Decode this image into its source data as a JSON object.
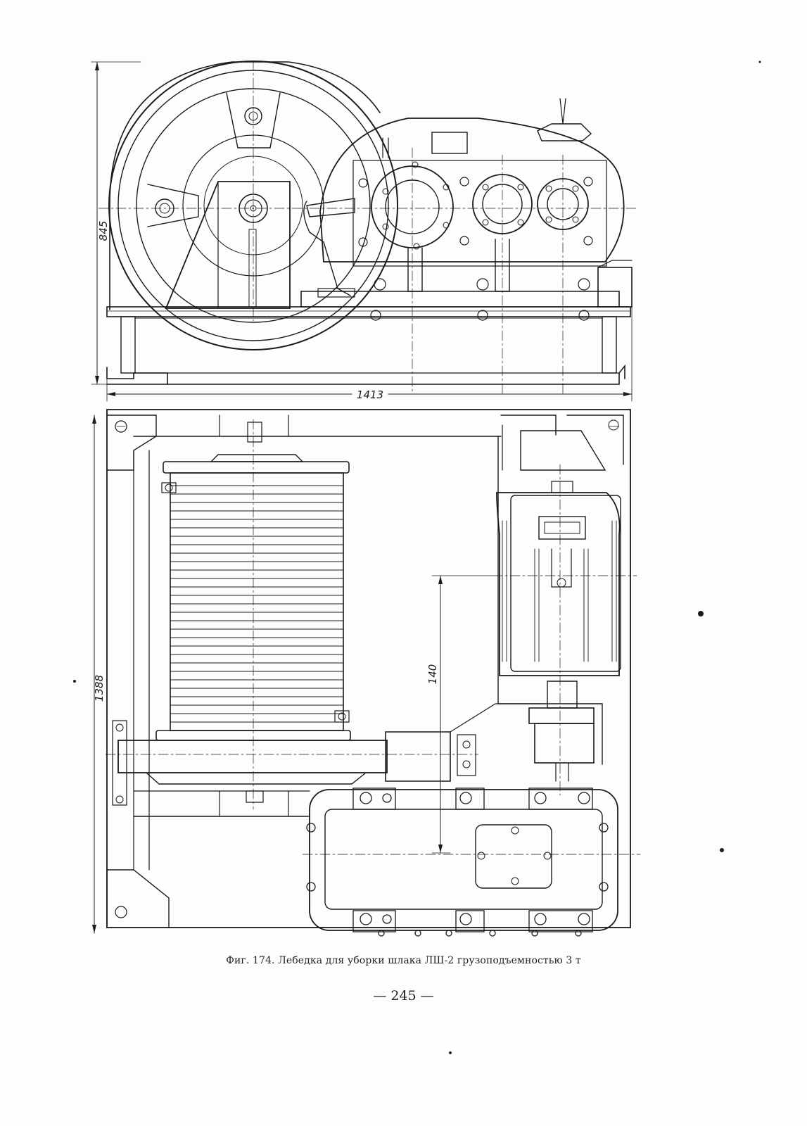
{
  "figure": {
    "caption": "Фиг. 174. Лебедка для уборки шлака ЛШ-2 грузоподъемностью 3 т",
    "page_number": "— 245 —"
  },
  "dimensions": {
    "height_side_view": "845",
    "overall_length": "1413",
    "overall_width_plan": "1388",
    "motor_offset": "140"
  },
  "colors": {
    "ink": "#1a1a1a",
    "paper": "#fdfdfb"
  }
}
